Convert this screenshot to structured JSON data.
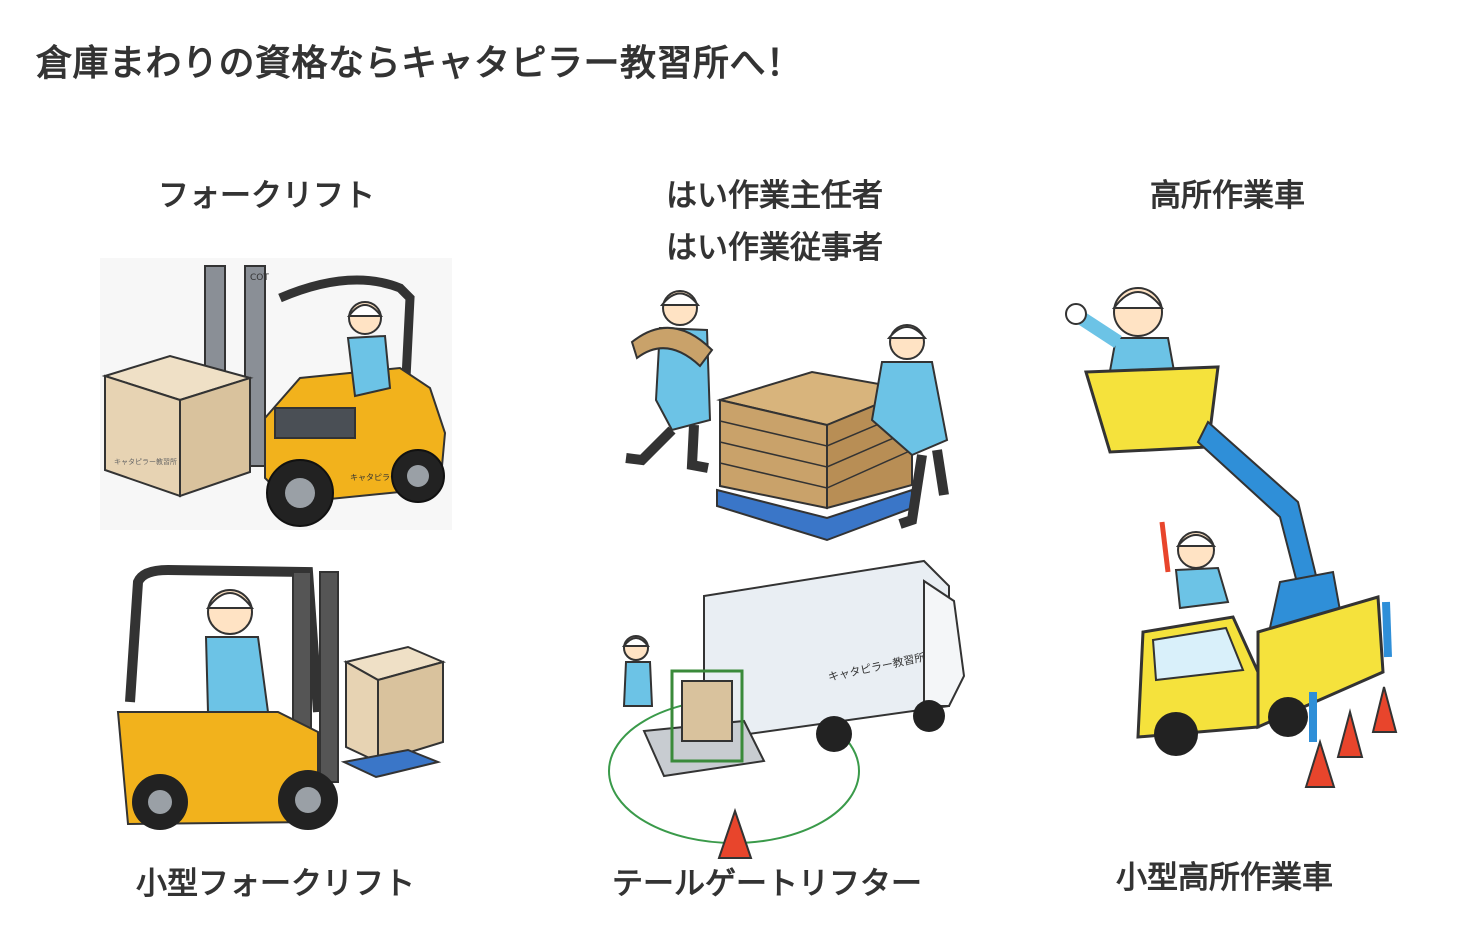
{
  "heading": "倉庫まわりの資格ならキャタピラー教習所へ！",
  "labels": {
    "forklift": "フォークリフト",
    "hai_line1": "はい作業主任者",
    "hai_line2": "はい作業従事者",
    "aerial": "高所作業車",
    "small_forklift": "小型フォークリフト",
    "tailgate": "テールゲートリフター",
    "small_aerial": "小型高所作業車"
  },
  "illustration_text": {
    "forklift_mast_mark": "COT",
    "forklift_body_text": "キャタピラー教習所",
    "truck_body_text": "キャタピラー教習所"
  },
  "colors": {
    "forklift_yellow": "#f2b21c",
    "worker_blue": "#6cc3e6",
    "pallet_blue": "#3a76c8",
    "bucket_yellow": "#f5e23c",
    "boom_blue": "#2f8fd8",
    "cone_red": "#e8452c",
    "bag_tan": "#c9a26a",
    "box_tan": "#e7d3b3"
  }
}
